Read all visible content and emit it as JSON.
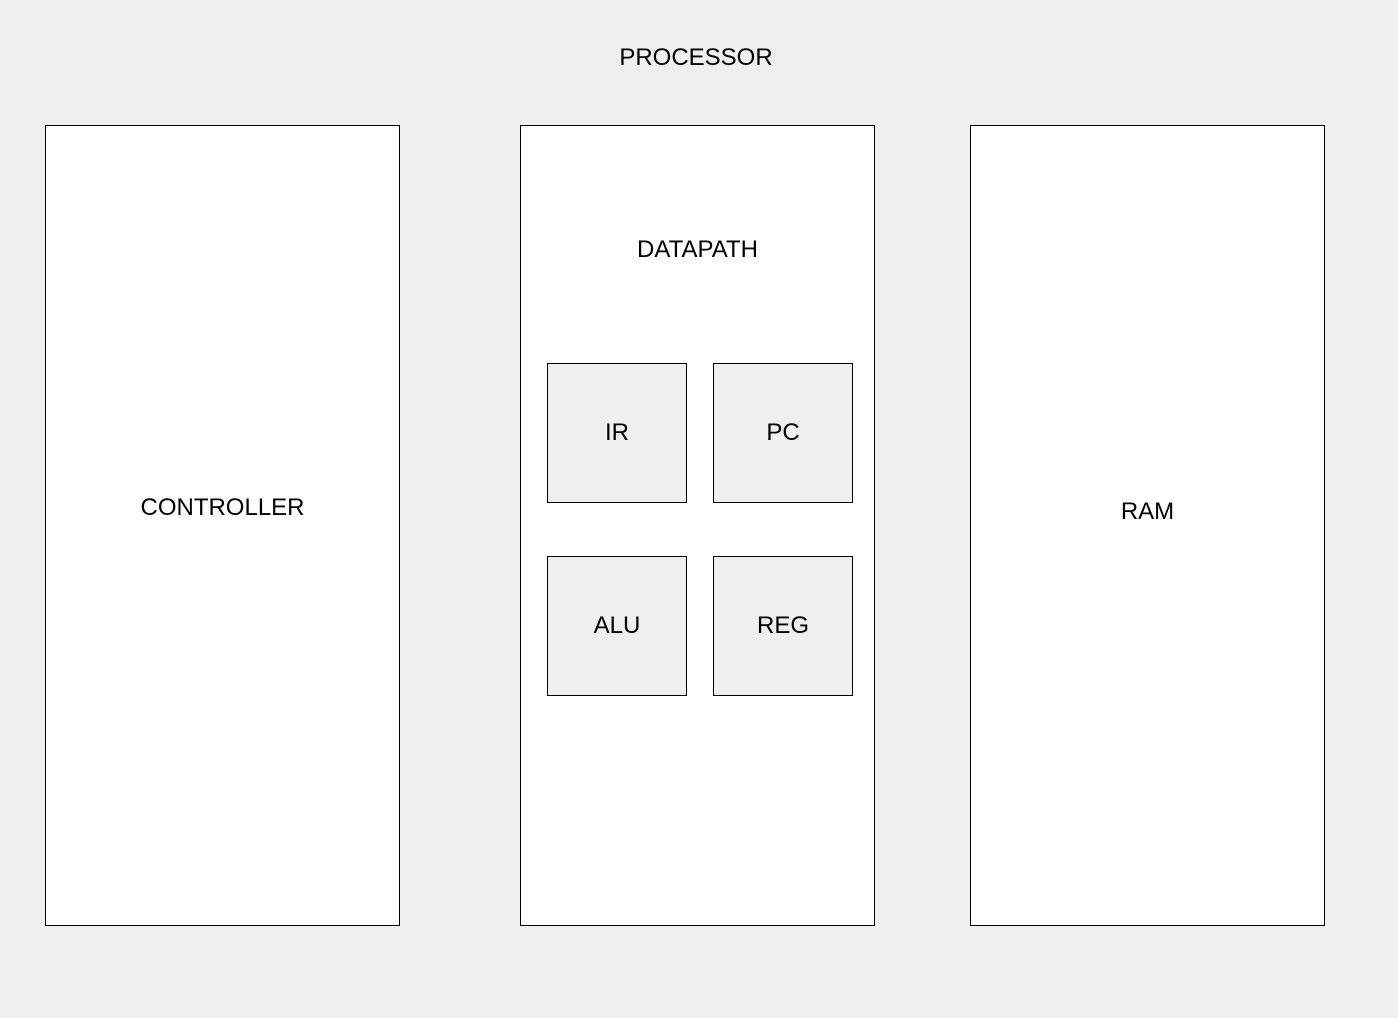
{
  "diagram": {
    "title": "PROCESSOR",
    "controller": {
      "label": "CONTROLLER"
    },
    "datapath": {
      "label": "DATAPATH",
      "components": {
        "ir": "IR",
        "pc": "PC",
        "alu": "ALU",
        "reg": "REG"
      }
    },
    "ram": {
      "label": "RAM"
    }
  },
  "colors": {
    "background": "#efefef",
    "block_fill": "#ffffff",
    "subblock_fill": "#efefef",
    "stroke": "#000000"
  }
}
